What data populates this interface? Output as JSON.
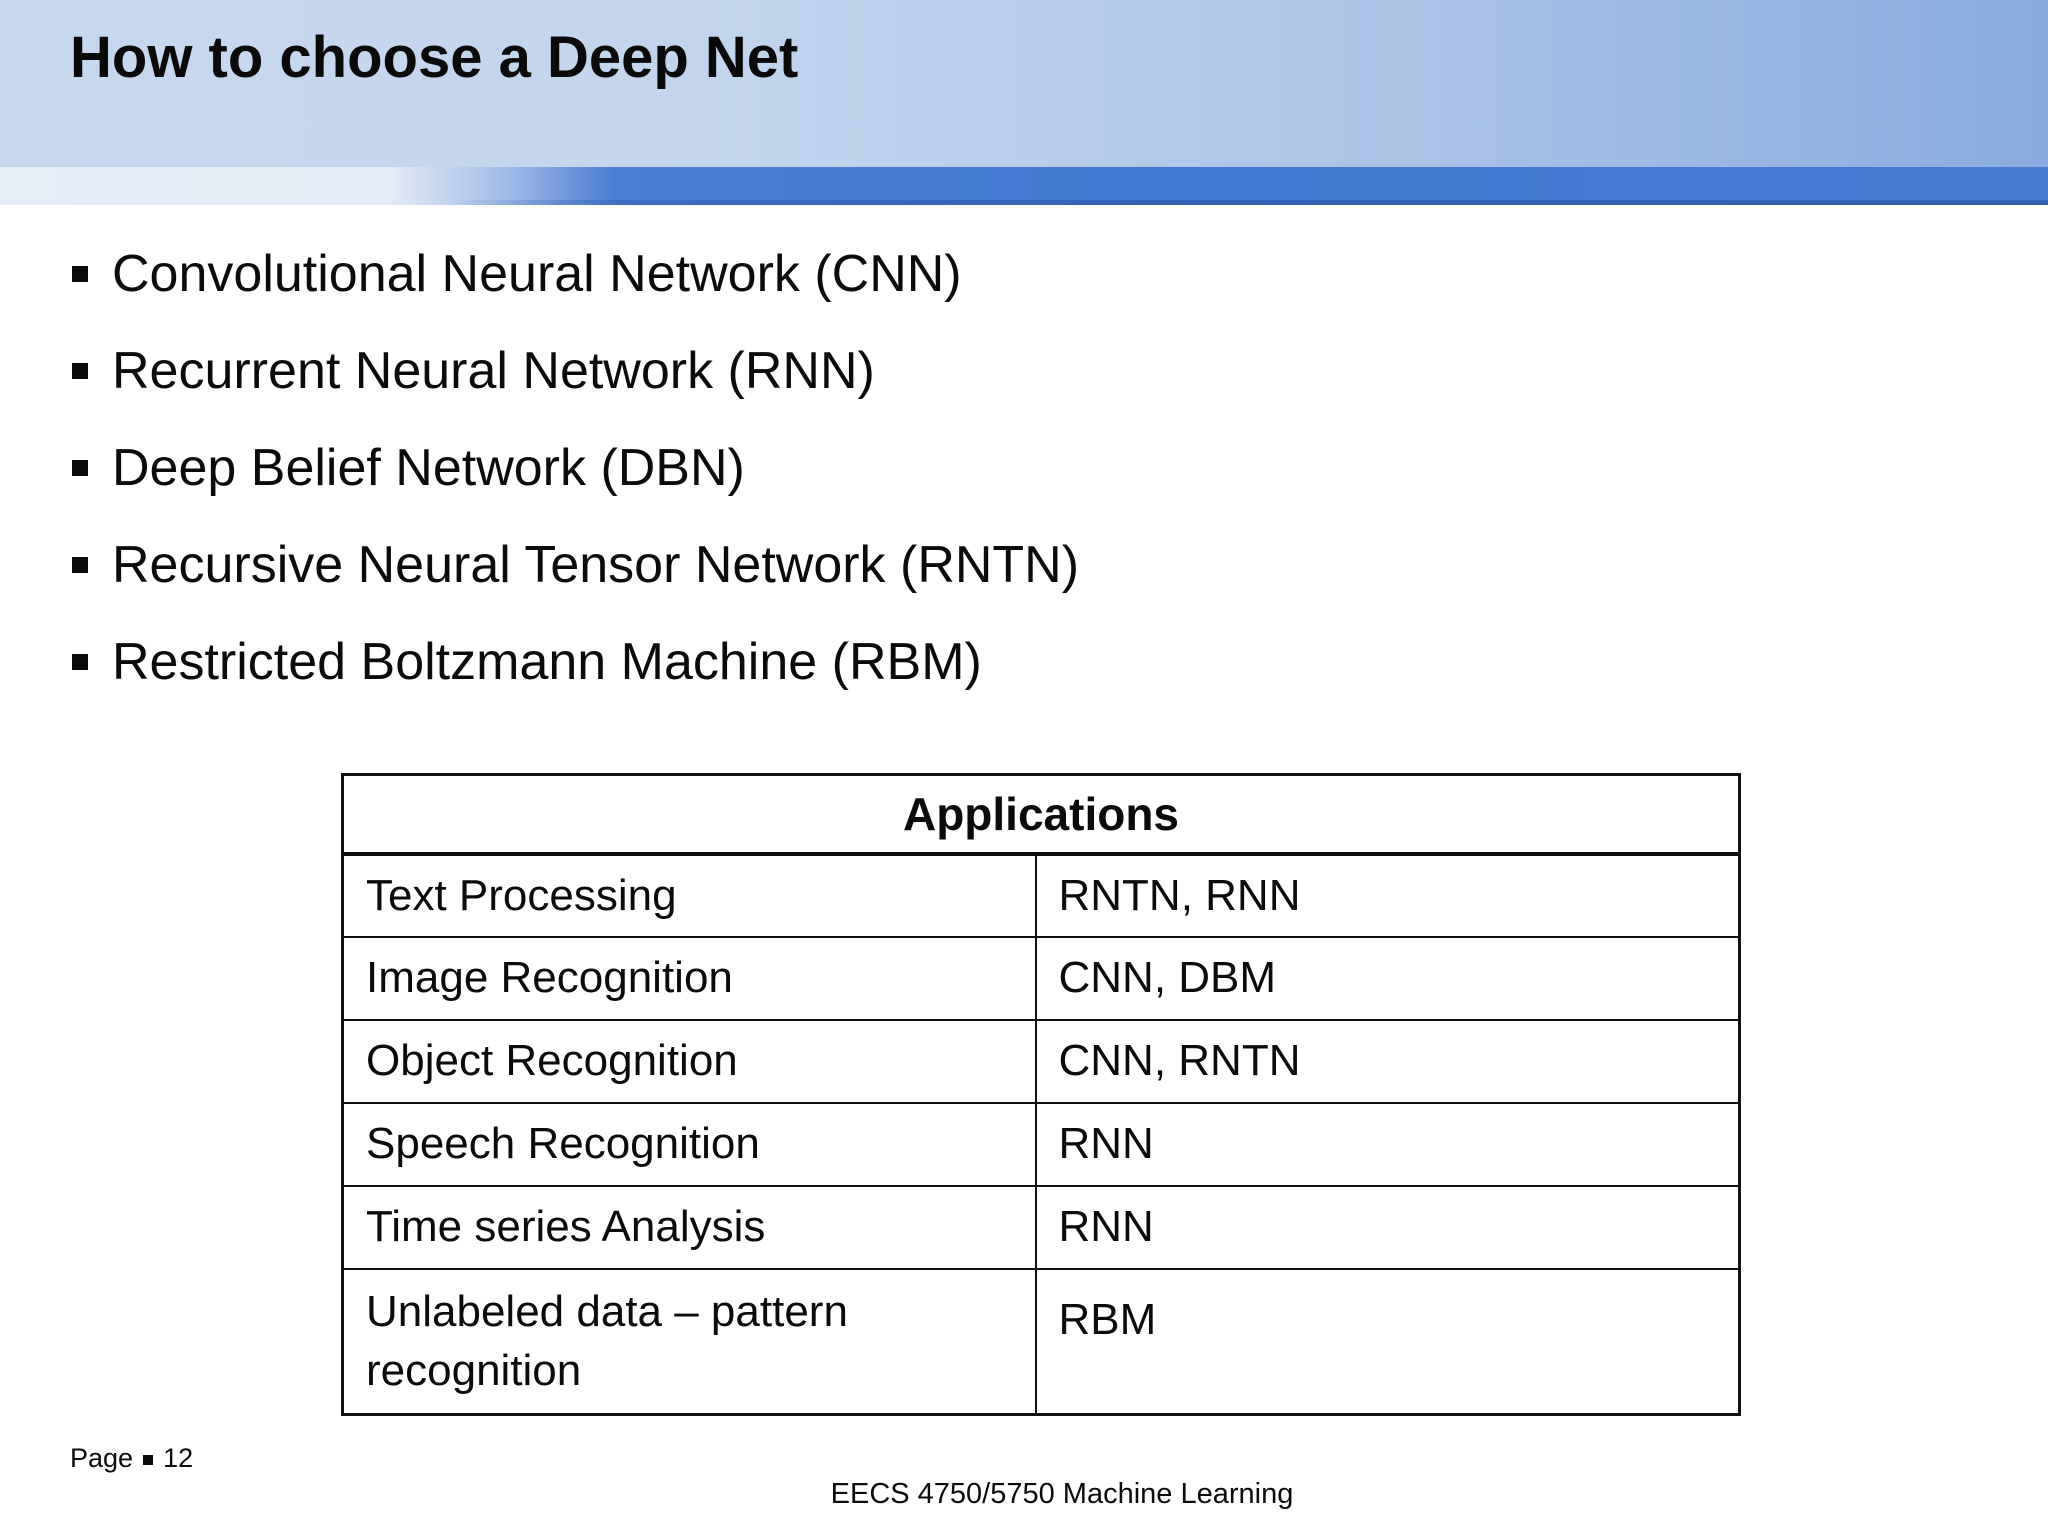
{
  "slide": {
    "title": "How to choose a Deep Net",
    "bullets": [
      "Convolutional Neural Network (CNN)",
      "Recurrent Neural Network (RNN)",
      "Deep Belief Network (DBN)",
      "Recursive Neural Tensor Network (RNTN)",
      "Restricted Boltzmann Machine (RBM)"
    ],
    "table": {
      "header": "Applications",
      "rows": [
        {
          "application": "Text Processing",
          "networks": "RNTN, RNN"
        },
        {
          "application": "Image Recognition",
          "networks": "CNN, DBM"
        },
        {
          "application": "Object Recognition",
          "networks": "CNN, RNTN"
        },
        {
          "application": "Speech Recognition",
          "networks": "RNN"
        },
        {
          "application": "Time series Analysis",
          "networks": "RNN"
        },
        {
          "application": "Unlabeled data – pattern recognition",
          "networks": "RBM"
        }
      ]
    },
    "footer": {
      "page_label": "Page",
      "page_number": "12",
      "course": "EECS 4750/5750 Machine Learning"
    },
    "colors": {
      "header_gradient_left": "#c7d8ef",
      "header_gradient_right": "#87acdd",
      "stripe_light": "#e6edf7",
      "stripe_blue": "#4277d1",
      "stripe_dark_edge": "#2e5fb0",
      "text": "#0b0b0b",
      "table_border": "#111111",
      "background": "#ffffff"
    }
  }
}
